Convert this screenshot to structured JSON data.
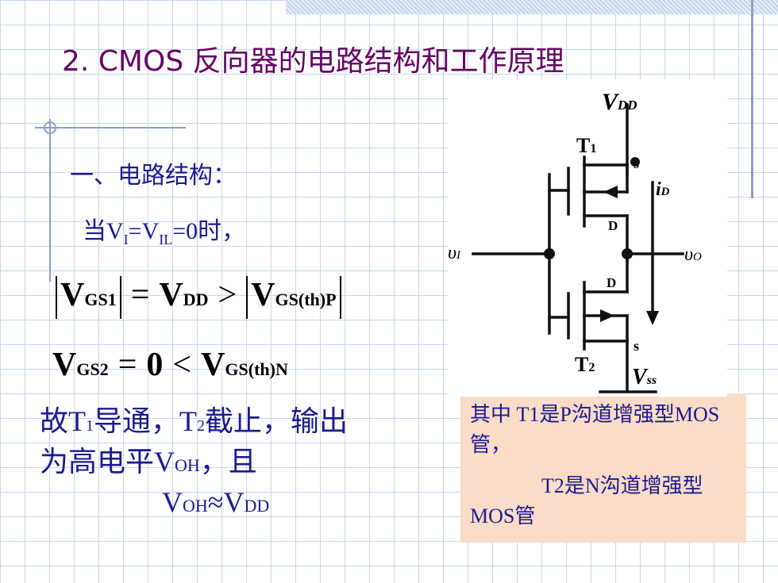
{
  "slide": {
    "title": "2. CMOS 反向器的电路结构和工作原理",
    "section": "一、电路结构：",
    "condition": {
      "prefix": "当V",
      "sub1": "I",
      "mid": "=V",
      "sub2": "IL",
      "suffix": "=0时，"
    },
    "eq1": {
      "v1": "V",
      "v1sub": "GS1",
      "op1": "=",
      "v2": "V",
      "v2sub": "DD",
      "op2": ">",
      "v3": "V",
      "v3sub": "GS(th)P"
    },
    "eq2": {
      "v1": "V",
      "v1sub": "GS2",
      "op1": "=",
      "zero": "0",
      "op2": "<",
      "v2": "V",
      "v2sub": "GS(th)N"
    },
    "conclusion": {
      "a1": "故T",
      "a1sub": "1",
      "a2": "导通，T",
      "a2sub": "2",
      "a3": "截止，输出",
      "b1": "为高电平V",
      "b1sub": "OH",
      "b2": "，且",
      "c1": "V",
      "c1sub": "OH",
      "c2": "≈V",
      "c2sub": "DD"
    },
    "note": {
      "line1": "其中 T1是P沟道增强型MOS管，",
      "line2": "T2是N沟道增强型MOS管"
    }
  },
  "circuit": {
    "vdd": "V",
    "vdd_sub": "DD",
    "vss": "V",
    "vss_sub": "ss",
    "t1": "T",
    "t1_sub": "1",
    "t2": "T",
    "t2_sub": "2",
    "s1": "s",
    "d1": "D",
    "d2": "D",
    "s2": "s",
    "id": "i",
    "id_sub": "D",
    "vi": "υ",
    "vi_sub": "I",
    "vo": "υ",
    "vo_sub": "O"
  }
}
